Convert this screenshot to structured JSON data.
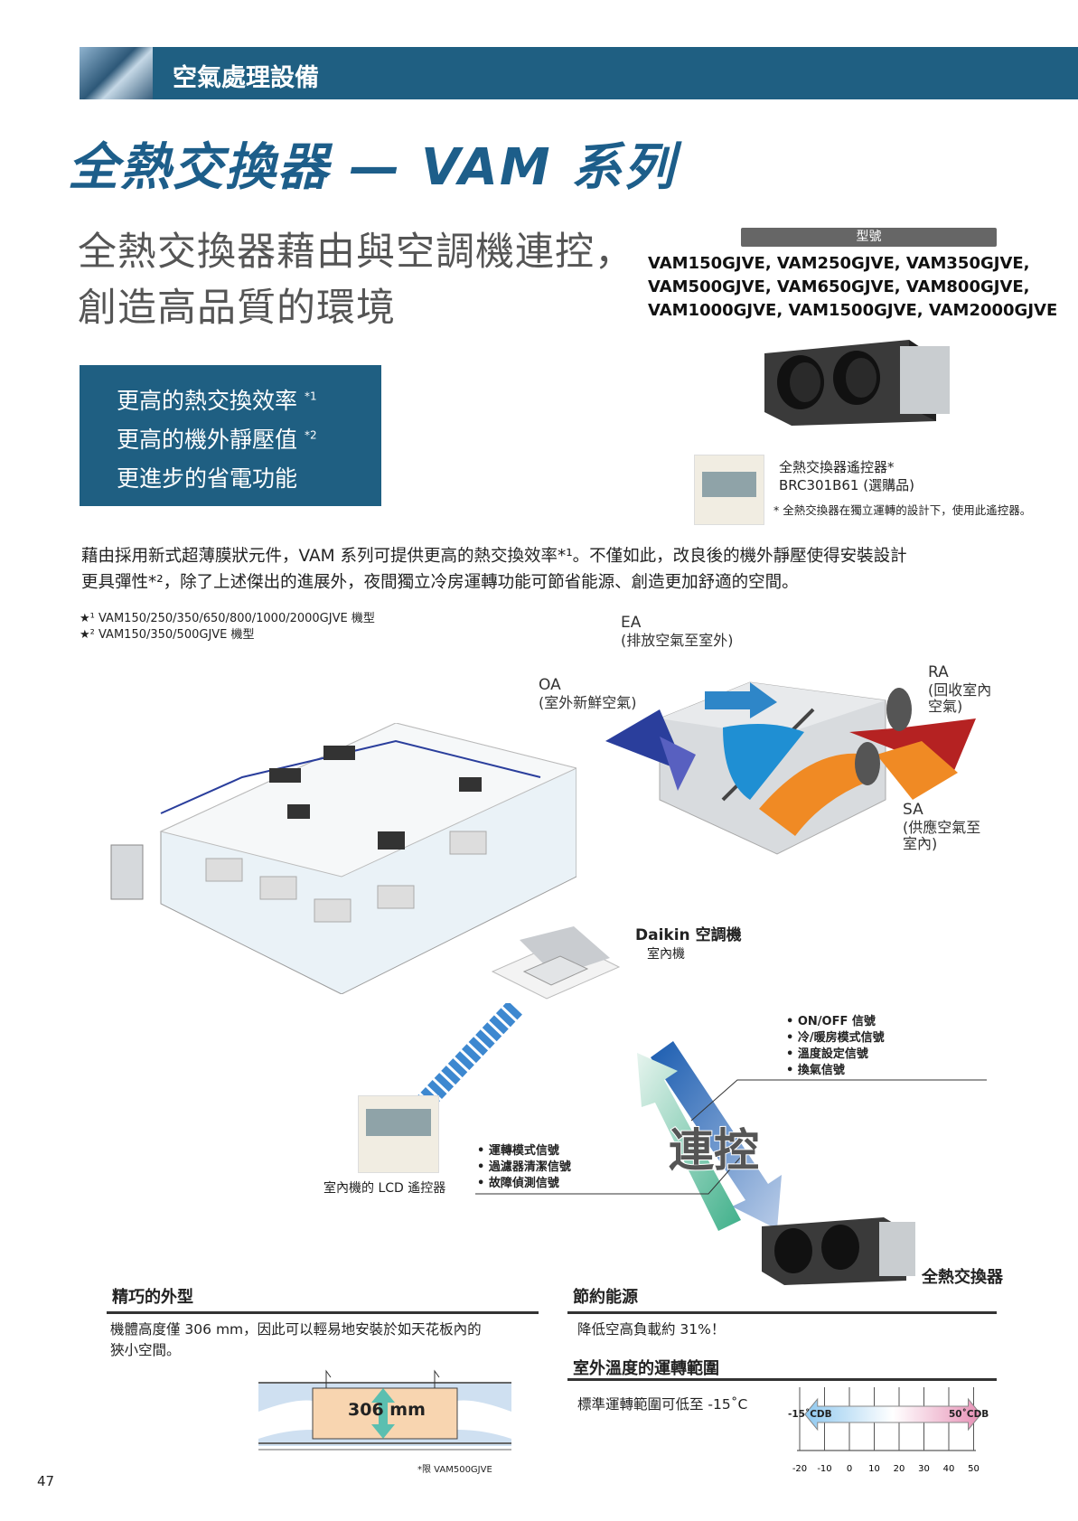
{
  "header": {
    "section": "空氣處理設備"
  },
  "title": "全熱交換器 — VAM 系列",
  "subtitle": [
    "全熱交換器藉由與空調機連控，",
    "創造高品質的環境"
  ],
  "models": {
    "label": "型號",
    "lines": [
      "VAM150GJVE, VAM250GJVE, VAM350GJVE,",
      "VAM500GJVE, VAM650GJVE, VAM800GJVE,",
      "VAM1000GJVE, VAM1500GJVE, VAM2000GJVE"
    ]
  },
  "features": [
    {
      "text": "更高的熱交換效率",
      "mark": "*1"
    },
    {
      "text": "更高的機外靜壓值",
      "mark": "*2"
    },
    {
      "text": "更進步的省電功能",
      "mark": ""
    }
  ],
  "remote": {
    "name": "全熱交換器遙控器*",
    "model": "BRC301B61 (選購品)",
    "note": "* 全熱交換器在獨立運轉的設計下，使用此遙控器。"
  },
  "paragraph": [
    "藉由採用新式超薄膜狀元件，VAM 系列可提供更高的熱交換效率*¹。不僅如此，改良後的機外靜壓使得安裝設計",
    "更具彈性*²，除了上述傑出的進展外，夜間獨立冷房運轉功能可節省能源、創造更加舒適的空間。"
  ],
  "footnotes": [
    "★¹ VAM150/250/350/650/800/1000/2000GJVE 機型",
    "★² VAM150/350/500GJVE 機型"
  ],
  "airflow": {
    "ea": "EA",
    "ea_desc": "(排放空氣至室外)",
    "oa": "OA",
    "oa_desc": "(室外新鮮空氣)",
    "ra": "RA",
    "ra_desc1": "(回收室內",
    "ra_desc2": "空氣)",
    "sa": "SA",
    "sa_desc1": "(供應空氣至",
    "sa_desc2": "室內)"
  },
  "linkage": {
    "ac_title": "Daikin 空調機",
    "ac_sub": "室內機",
    "lcd_label": "室內機的 LCD 遙控器",
    "center": "連控",
    "hrv_label": "全熱交換器",
    "signals_right": [
      "• ON/OFF 信號",
      "• 冷/暖房模式信號",
      "• 溫度設定信號",
      "• 換氣信號"
    ],
    "signals_left": [
      "• 運轉模式信號",
      "• 過濾器清潔信號",
      "• 故障偵測信號"
    ]
  },
  "compact": {
    "heading": "精巧的外型",
    "text": [
      "機體高度僅 306 mm，因此可以輕易地安裝於如天花板內的",
      "狹小空間。"
    ],
    "dimension": "306 mm",
    "note": "*限 VAM500GJVE"
  },
  "energy": {
    "heading": "節約能源",
    "text": "降低空高負載約 31%！"
  },
  "range": {
    "heading": "室外溫度的運轉範圍",
    "text": "標準運轉範圍可低至 -15˚C",
    "min_label": "-15˚CDB",
    "max_label": "50˚CDB",
    "min": -15,
    "max": 50,
    "ticks": [
      "-20",
      "-10",
      "0",
      "10",
      "20",
      "30",
      "40",
      "50"
    ]
  },
  "page_number": "47",
  "colors": {
    "brand": "#1f5f82",
    "title": "#1d5e8a"
  }
}
